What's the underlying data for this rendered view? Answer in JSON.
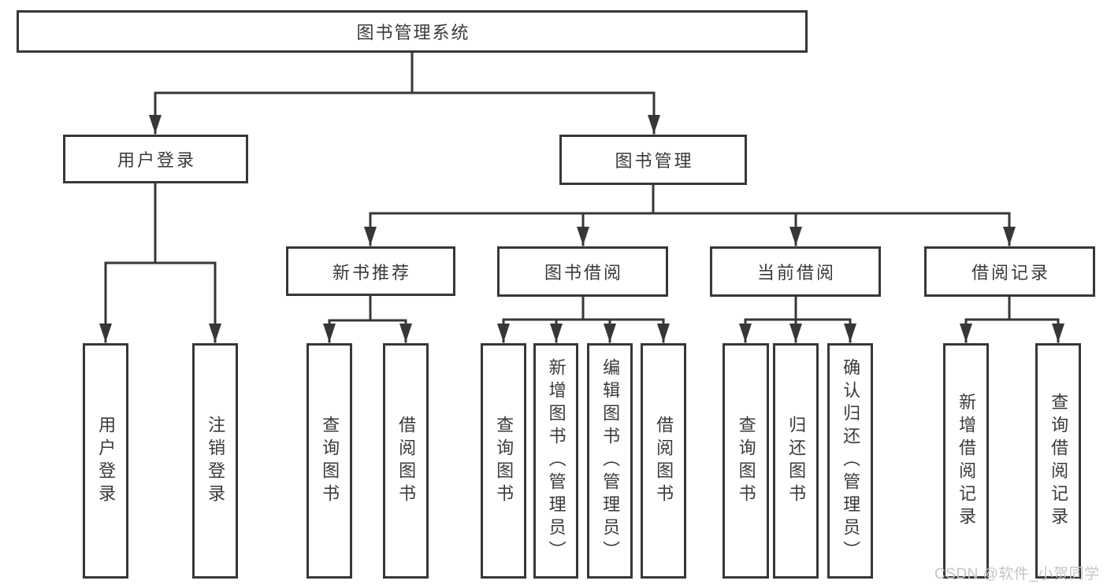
{
  "diagram": {
    "title": "图书管理系统",
    "tree": {
      "label": "图书管理系统",
      "children": [
        {
          "label": "用户登录",
          "children": [
            {
              "label": "用户登录"
            },
            {
              "label": "注销登录"
            }
          ]
        },
        {
          "label": "图书管理",
          "children": [
            {
              "label": "新书推荐",
              "children": [
                {
                  "label": "查询图书"
                },
                {
                  "label": "借阅图书"
                }
              ]
            },
            {
              "label": "图书借阅",
              "children": [
                {
                  "label": "查询图书"
                },
                {
                  "label": "新增图书（管理员）"
                },
                {
                  "label": "编辑图书（管理员）"
                },
                {
                  "label": "借阅图书"
                }
              ]
            },
            {
              "label": "当前借阅",
              "children": [
                {
                  "label": "查询图书"
                },
                {
                  "label": "归还图书"
                },
                {
                  "label": "确认归还（管理员）"
                }
              ]
            },
            {
              "label": "借阅记录",
              "children": [
                {
                  "label": "新增借阅记录"
                },
                {
                  "label": "查询借阅记录"
                }
              ]
            }
          ]
        }
      ]
    },
    "colors": {
      "line": "#373737",
      "text": "#3a3a3a",
      "background": "#ffffff",
      "watermark": "#c5c5c5"
    }
  },
  "watermark": "CSDN @软件_小贺同学"
}
